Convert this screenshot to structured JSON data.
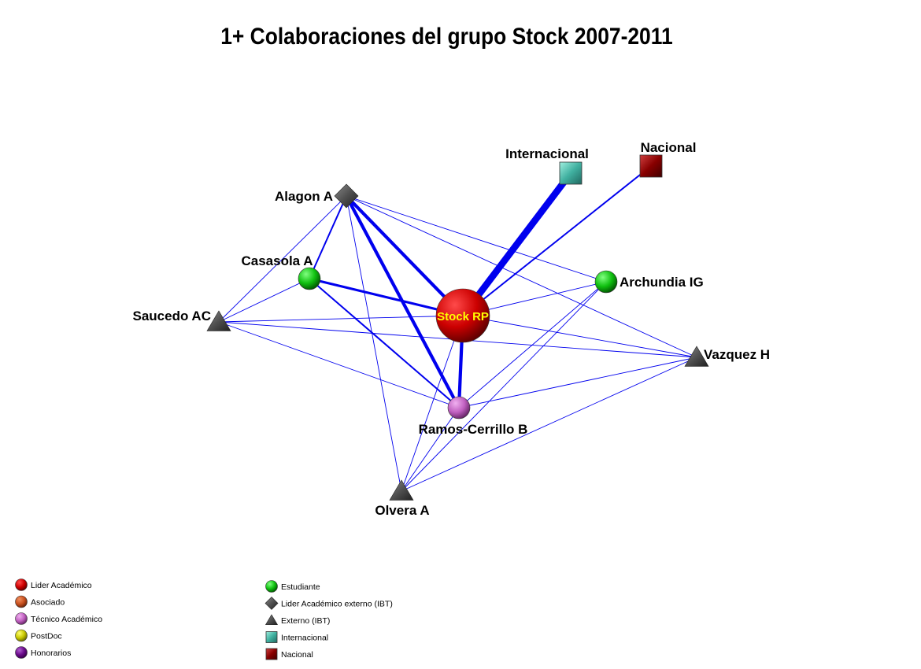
{
  "title": "1+ Colaboraciones del grupo Stock 2007-2011",
  "colors": {
    "edge": "#0000ee",
    "lider": "#cc0000",
    "asociado": "#c8501e",
    "tecnico": "#c060c0",
    "postdoc": "#c8c800",
    "honorarios": "#6a0a8a",
    "estudiante": "#10c010",
    "externo": "#505050",
    "internacional": "#40b0a0",
    "nacional": "#880000"
  },
  "nodes": [
    {
      "id": "stock",
      "label": "Stock RP",
      "type": "lider"
    },
    {
      "id": "internacional",
      "label": "Internacional",
      "type": "internacional"
    },
    {
      "id": "nacional",
      "label": "Nacional",
      "type": "nacional"
    },
    {
      "id": "alagon",
      "label": "Alagon A",
      "type": "lider-externo"
    },
    {
      "id": "casasola",
      "label": "Casasola A",
      "type": "estudiante"
    },
    {
      "id": "archundia",
      "label": "Archundia IG",
      "type": "estudiante"
    },
    {
      "id": "saucedo",
      "label": "Saucedo AC",
      "type": "externo"
    },
    {
      "id": "vazquez",
      "label": "Vazquez H",
      "type": "externo"
    },
    {
      "id": "ramos",
      "label": "Ramos-Cerrillo B",
      "type": "tecnico"
    },
    {
      "id": "olvera",
      "label": "Olvera A",
      "type": "externo"
    }
  ],
  "edges": [
    {
      "source": "stock",
      "target": "internacional",
      "weight": 8
    },
    {
      "source": "stock",
      "target": "nacional",
      "weight": 2
    },
    {
      "source": "stock",
      "target": "alagon",
      "weight": 4
    },
    {
      "source": "stock",
      "target": "casasola",
      "weight": 3
    },
    {
      "source": "stock",
      "target": "ramos",
      "weight": 4
    },
    {
      "source": "stock",
      "target": "archundia",
      "weight": 1
    },
    {
      "source": "stock",
      "target": "saucedo",
      "weight": 1
    },
    {
      "source": "stock",
      "target": "vazquez",
      "weight": 1
    },
    {
      "source": "stock",
      "target": "olvera",
      "weight": 1
    },
    {
      "source": "alagon",
      "target": "casasola",
      "weight": 2
    },
    {
      "source": "alagon",
      "target": "ramos",
      "weight": 4
    },
    {
      "source": "alagon",
      "target": "saucedo",
      "weight": 1
    },
    {
      "source": "alagon",
      "target": "archundia",
      "weight": 1
    },
    {
      "source": "alagon",
      "target": "vazquez",
      "weight": 1
    },
    {
      "source": "alagon",
      "target": "olvera",
      "weight": 1
    },
    {
      "source": "casasola",
      "target": "saucedo",
      "weight": 1
    },
    {
      "source": "casasola",
      "target": "ramos",
      "weight": 2
    },
    {
      "source": "saucedo",
      "target": "ramos",
      "weight": 1
    },
    {
      "source": "saucedo",
      "target": "vazquez",
      "weight": 1
    },
    {
      "source": "ramos",
      "target": "vazquez",
      "weight": 1
    },
    {
      "source": "ramos",
      "target": "archundia",
      "weight": 1
    },
    {
      "source": "ramos",
      "target": "olvera",
      "weight": 1
    },
    {
      "source": "olvera",
      "target": "vazquez",
      "weight": 1
    },
    {
      "source": "olvera",
      "target": "archundia",
      "weight": 1
    }
  ],
  "legend": {
    "left": [
      {
        "label": "Lider Académico",
        "shape": "circle",
        "color": "#cc0000"
      },
      {
        "label": "Asociado",
        "shape": "circle",
        "color": "#c8501e"
      },
      {
        "label": "Técnico Académico",
        "shape": "circle",
        "color": "#c060c0"
      },
      {
        "label": "PostDoc",
        "shape": "circle",
        "color": "#c8c800"
      },
      {
        "label": "Honorarios",
        "shape": "circle",
        "color": "#6a0a8a"
      }
    ],
    "right": [
      {
        "label": "Estudiante",
        "shape": "circle",
        "color": "#10c010"
      },
      {
        "label": "Lider Académico externo (IBT)",
        "shape": "diamond",
        "color": "#505050"
      },
      {
        "label": "Externo (IBT)",
        "shape": "triangle",
        "color": "#505050"
      },
      {
        "label": "Internacional",
        "shape": "square",
        "color": "#40b0a0"
      },
      {
        "label": "Nacional",
        "shape": "square",
        "color": "#880000"
      }
    ]
  }
}
